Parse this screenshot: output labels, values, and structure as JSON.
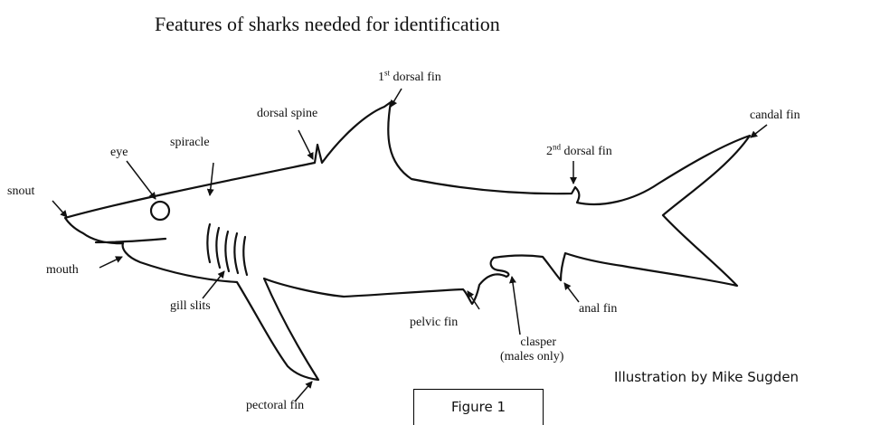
{
  "title": "Features of sharks needed for identification",
  "labels": {
    "snout": "snout",
    "eye": "eye",
    "spiracle": "spiracle",
    "dorsal_spine": "dorsal spine",
    "first_dorsal_num": "1",
    "first_dorsal_sup": "st",
    "first_dorsal_text": " dorsal fin",
    "second_dorsal_num": "2",
    "second_dorsal_sup": "nd",
    "second_dorsal_text": " dorsal fin",
    "caudal_fin": "candal fin",
    "mouth": "mouth",
    "gill_slits": "gill slits",
    "pelvic_fin": "pelvic fin",
    "clasper_line1": "clasper",
    "clasper_line2": "(males only)",
    "anal_fin": "anal fin",
    "pectoral_fin": "pectoral fin"
  },
  "credit": "Illustration by Mike Sugden",
  "figure_label": "Figure 1"
}
